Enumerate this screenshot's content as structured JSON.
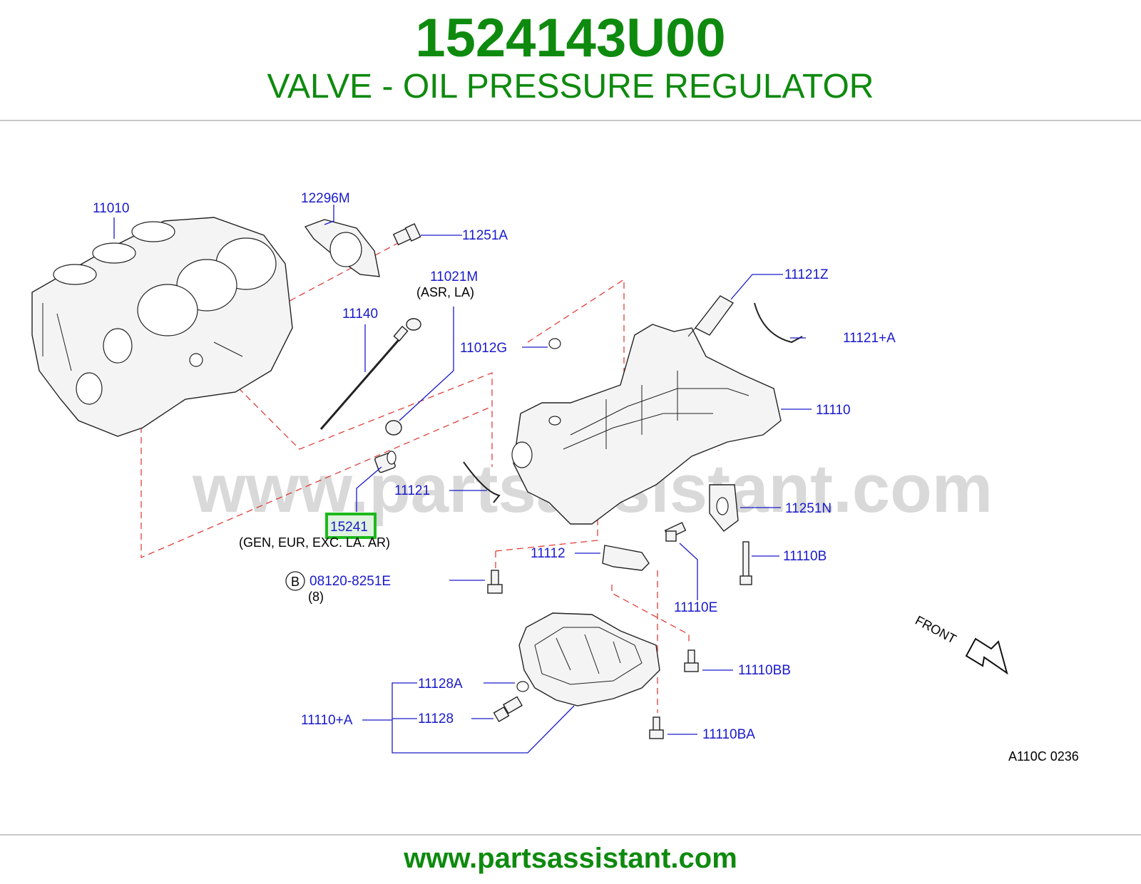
{
  "header": {
    "part_number": "1524143U00",
    "part_name": "VALVE - OIL PRESSURE REGULATOR"
  },
  "footer": {
    "url": "www.partsassistant.com"
  },
  "diagram": {
    "watermark": "www.partsassistant.com",
    "highlight_color": "#1db91d",
    "label_color": "#1a1acc",
    "title_color": "#0e8a0e",
    "labels": {
      "l11010": "11010",
      "l12296M": "12296M",
      "l11251A": "11251A",
      "l11021M": "11021M",
      "l11021M_note": "(ASR,   LA)",
      "l11140": "11140",
      "l11012G": "11012G",
      "l11121Z": "11121Z",
      "l11121A": "11121+A",
      "l11110": "11110",
      "l11121": "11121",
      "l15241": "15241",
      "l15241_note": "(GEN,   EUR,   EXC.   LA.   AR)",
      "l11251N": "11251N",
      "l11112": "11112",
      "l11110B": "11110B",
      "bolt_badge": "B",
      "l08120": "08120-8251E",
      "l08120_qty": "(8)",
      "l11110E": "11110E",
      "front": "FRONT",
      "l11110BB": "11110BB",
      "l11128A": "11128A",
      "l11110A": "11110+A",
      "l11128": "11128",
      "l11110BA": "11110BA",
      "ref_code": "A110C   0236"
    }
  }
}
